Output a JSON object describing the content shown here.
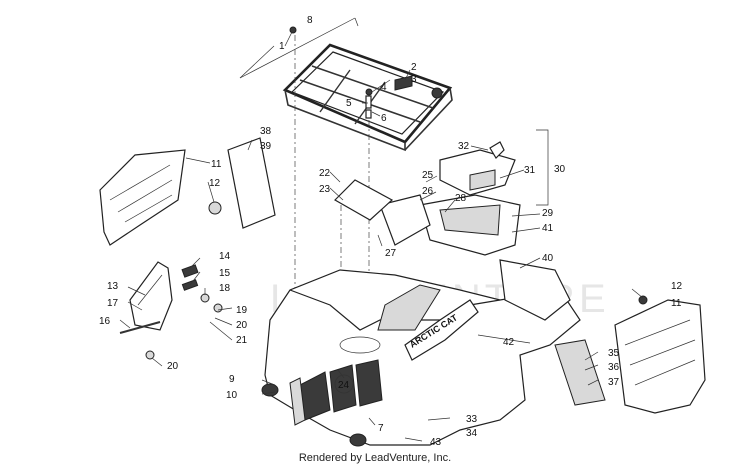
{
  "credit": "Rendered by LeadVenture, Inc.",
  "watermark": "LEADVENTURE",
  "badge_text": "ARCTIC CAT",
  "callouts": [
    {
      "id": "c1",
      "text": "1"
    },
    {
      "id": "c2",
      "text": "2"
    },
    {
      "id": "c3",
      "text": "3"
    },
    {
      "id": "c4",
      "text": "4"
    },
    {
      "id": "c5",
      "text": "5"
    },
    {
      "id": "c6",
      "text": "6"
    },
    {
      "id": "c7",
      "text": "7"
    },
    {
      "id": "c8",
      "text": "8"
    },
    {
      "id": "c9",
      "text": "9"
    },
    {
      "id": "c10",
      "text": "10"
    },
    {
      "id": "c11a",
      "text": "11"
    },
    {
      "id": "c11b",
      "text": "11"
    },
    {
      "id": "c12a",
      "text": "12"
    },
    {
      "id": "c12b",
      "text": "12"
    },
    {
      "id": "c13",
      "text": "13"
    },
    {
      "id": "c14",
      "text": "14"
    },
    {
      "id": "c15",
      "text": "15"
    },
    {
      "id": "c16",
      "text": "16"
    },
    {
      "id": "c17",
      "text": "17"
    },
    {
      "id": "c18",
      "text": "18"
    },
    {
      "id": "c19",
      "text": "19"
    },
    {
      "id": "c20a",
      "text": "20"
    },
    {
      "id": "c20b",
      "text": "20"
    },
    {
      "id": "c21",
      "text": "21"
    },
    {
      "id": "c22",
      "text": "22"
    },
    {
      "id": "c23",
      "text": "23"
    },
    {
      "id": "c24",
      "text": "24"
    },
    {
      "id": "c25",
      "text": "25"
    },
    {
      "id": "c26",
      "text": "26"
    },
    {
      "id": "c27",
      "text": "27"
    },
    {
      "id": "c28",
      "text": "28"
    },
    {
      "id": "c29",
      "text": "29"
    },
    {
      "id": "c30",
      "text": "30"
    },
    {
      "id": "c31",
      "text": "31"
    },
    {
      "id": "c32",
      "text": "32"
    },
    {
      "id": "c33",
      "text": "33"
    },
    {
      "id": "c34",
      "text": "34"
    },
    {
      "id": "c35",
      "text": "35"
    },
    {
      "id": "c36",
      "text": "36"
    },
    {
      "id": "c37",
      "text": "37"
    },
    {
      "id": "c38",
      "text": "38"
    },
    {
      "id": "c39",
      "text": "39"
    },
    {
      "id": "c40",
      "text": "40"
    },
    {
      "id": "c41",
      "text": "41"
    },
    {
      "id": "c42",
      "text": "42"
    },
    {
      "id": "c43",
      "text": "43"
    }
  ]
}
